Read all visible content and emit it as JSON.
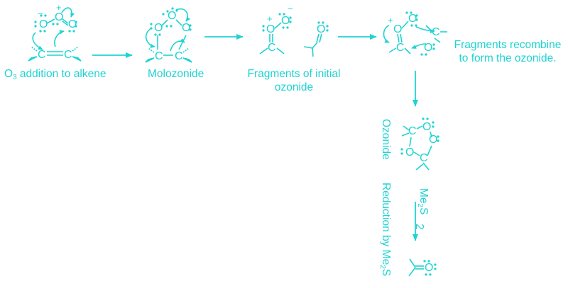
{
  "colors": {
    "ink": "#1fd3d3",
    "background": "#ffffff"
  },
  "captions": {
    "step1_prefix": "O",
    "step1_sub": "3",
    "step1_rest": " addition to alkene",
    "step2": "Molozonide",
    "step3_line1": "Fragments of initial",
    "step3_line2": "ozonide",
    "step4_line1": "Fragments recombine",
    "step4_line2": "to form the ozonide.",
    "ozonide": "Ozonide",
    "reduction_prefix": "Reduction by Me",
    "reduction_sub": "2",
    "reduction_suffix": "S",
    "reagent_prefix": "Me",
    "reagent_sub": "2",
    "reagent_suffix": "S",
    "reagent_count": "2"
  },
  "atoms": {
    "oxygen": "O",
    "carbon": "C",
    "plus": "+",
    "minus": "−"
  }
}
